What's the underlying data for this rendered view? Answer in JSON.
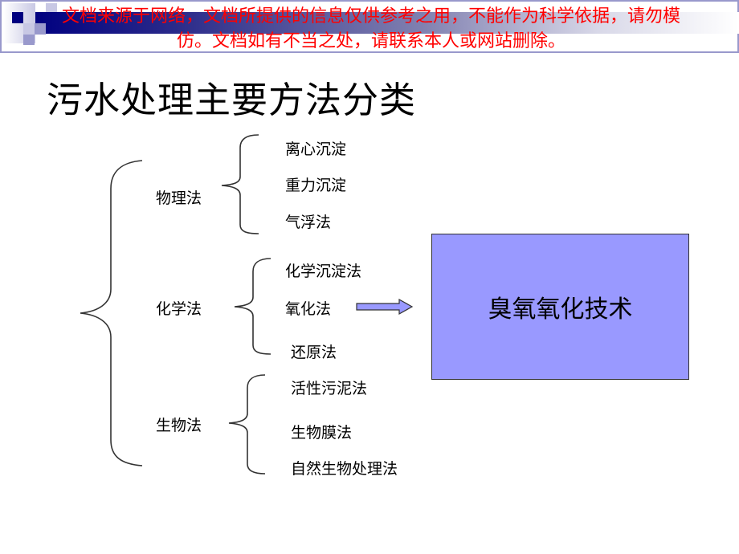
{
  "banner": {
    "line1": "文档来源于网络，文档所提供的信息仅供参考之用，不能作为科学依据，请勿模",
    "line2": "仿。文档如有不当之处，请联系本人或网站删除。",
    "text_color": "#ff0000"
  },
  "title": "污水处理主要方法分类",
  "categories": [
    {
      "label": "物理法",
      "methods": [
        "离心沉淀",
        "重力沉淀",
        "气浮法"
      ]
    },
    {
      "label": "化学法",
      "methods": [
        "化学沉淀法",
        "氧化法",
        "还原法"
      ]
    },
    {
      "label": "生物法",
      "methods": [
        "活性污泥法",
        "生物膜法",
        "自然生物处理法"
      ]
    }
  ],
  "highlight_box": {
    "label": "臭氧氧化技术",
    "fill_color": "#9999ff"
  },
  "arrow": {
    "icon": "right-arrow-icon",
    "fill_color": "#9999ff"
  }
}
